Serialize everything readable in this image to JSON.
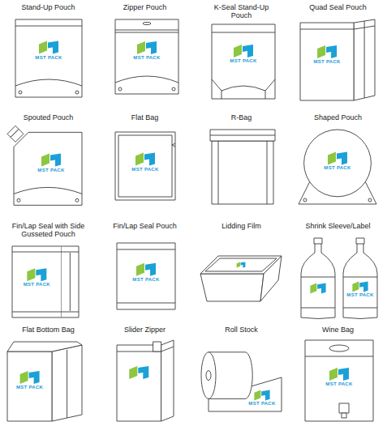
{
  "diagram": {
    "nodes": [
      {
        "text": [
          "Stand-Up Pouch",
          "MST PACK"
        ]
      },
      {
        "text": [
          "Zipper Pouch",
          "MST PACK"
        ]
      },
      {
        "text": [
          "K-Seal Stand-Up Pouch",
          "MST PACK"
        ]
      },
      {
        "text": [
          "Quad Seal Pouch",
          "MST PACK"
        ]
      },
      {
        "text": [
          "Spouted Pouch",
          "MST PACK"
        ]
      },
      {
        "text": [
          "Flat Bag",
          "MST PACK"
        ]
      },
      {
        "text": [
          "R-Bag"
        ]
      },
      {
        "text": [
          "Shaped Pouch",
          "MST PACK"
        ]
      },
      {
        "text": [
          "Fin/Lap Seal with Side Gusseted Pouch",
          "MST PACK"
        ]
      },
      {
        "text": [
          "Fin/Lap Seal Pouch",
          "MST PACK"
        ]
      },
      {
        "text": [
          "Lidding Film"
        ]
      },
      {
        "text": [
          "Shrink Sleeve/Label",
          "MST PACK"
        ]
      },
      {
        "text": [
          "Flat Bottom Bag",
          "MST PACK"
        ]
      },
      {
        "text": [
          "Slider Zipper"
        ]
      },
      {
        "text": [
          "Roll Stock",
          "MST PACK"
        ]
      },
      {
        "text": [
          "Wine Bag",
          "MST PACK"
        ]
      }
    ]
  }
}
